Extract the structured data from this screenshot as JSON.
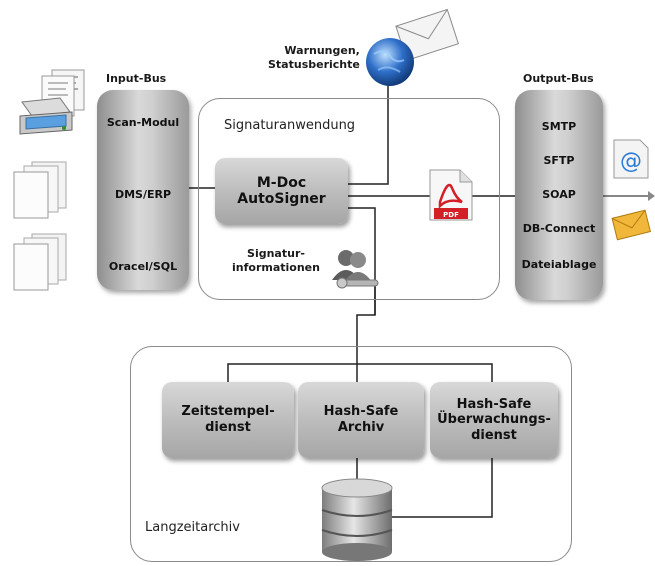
{
  "input_bus": {
    "title": "Input-Bus",
    "items": [
      "Scan-Modul",
      "DMS/ERP",
      "Oracel/SQL"
    ]
  },
  "output_bus": {
    "title": "Output-Bus",
    "items": [
      "SMTP",
      "SFTP",
      "SOAP",
      "DB-Connect",
      "Dateiablage"
    ]
  },
  "signatur": {
    "panel_title": "Signaturanwendung",
    "box_line1": "M-Doc",
    "box_line2": "AutoSigner",
    "info_line1": "Signatur-",
    "info_line2": "informationen"
  },
  "warnungen": {
    "line1": "Warnungen,",
    "line2": "Statusberichte"
  },
  "pdf_label": "PDF",
  "langzeit": {
    "panel_title": "Langzeitarchiv",
    "box1_line1": "Zeitstempel-",
    "box1_line2": "dienst",
    "box2_line1": "Hash-Safe",
    "box2_line2": "Archiv",
    "box3_line1": "Hash-Safe",
    "box3_line2": "Überwachungs-",
    "box3_line3": "dienst"
  },
  "colors": {
    "pdf_red": "#d32027",
    "globe_blue": "#2f6fc9",
    "envelope_yellow": "#f0b73a",
    "at_blue": "#2b7bd6"
  }
}
